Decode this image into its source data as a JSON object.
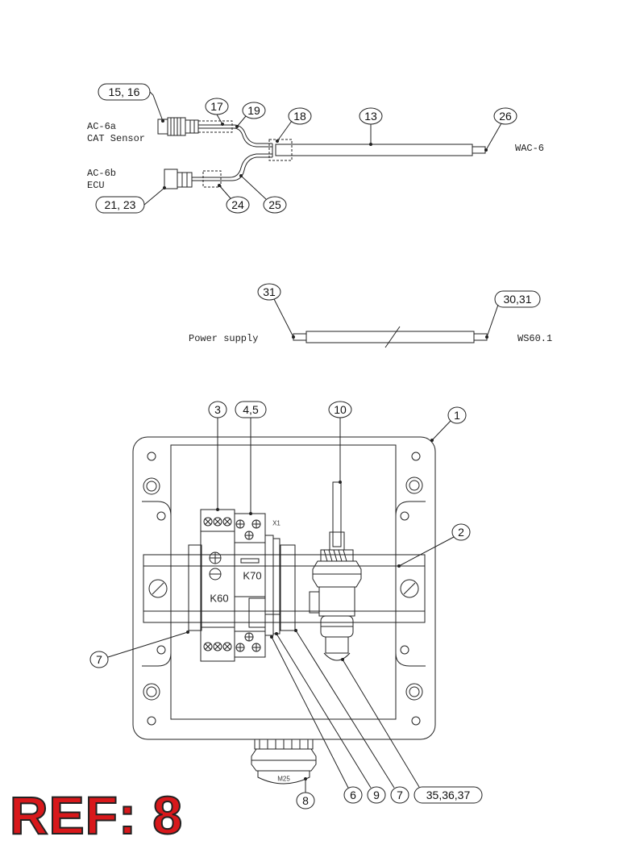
{
  "harness": {
    "connector_a_label": "AC-6a",
    "connector_a_sublabel": "CAT Sensor",
    "connector_b_label": "AC-6b",
    "connector_b_sublabel": "ECU",
    "cable_end_label": "WAC-6"
  },
  "power_cable": {
    "left_label": "Power supply",
    "right_label": "WS60.1"
  },
  "box": {
    "relay_k60": "K60",
    "relay_k70": "K70",
    "terminal_label": "X1",
    "gland_label": "M25"
  },
  "callouts": {
    "c1516": "15, 16",
    "c17": "17",
    "c19": "19",
    "c18": "18",
    "c13": "13",
    "c26": "26",
    "c2123": "21, 23",
    "c24": "24",
    "c25": "25",
    "c31": "31",
    "c3031": "30,31",
    "c3": "3",
    "c45": "4,5",
    "c10": "10",
    "c1": "1",
    "c2": "2",
    "c7a": "7",
    "c8": "8",
    "c6": "6",
    "c9": "9",
    "c7b": "7",
    "c353637": "35,36,37"
  },
  "reference": "REF: 8",
  "colors": {
    "line": "#222222",
    "reference": "#d8181b"
  }
}
